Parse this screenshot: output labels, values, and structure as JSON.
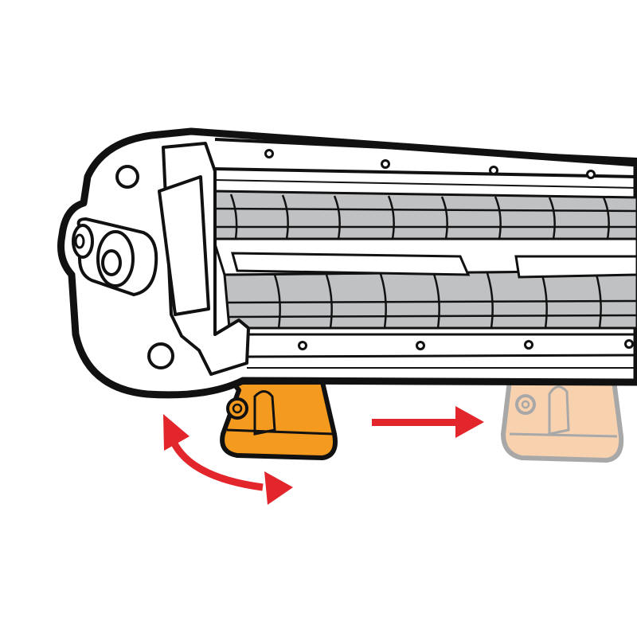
{
  "diagram": {
    "subject": "light-bar",
    "colors": {
      "outline": "#111111",
      "body": "#ffffff",
      "lens": "#bfc1c3",
      "bracket": "#f49a1f",
      "bracket_ghost": "#f7caa0",
      "ghost_outline": "#9a9a9a",
      "arrow": "#e2262b"
    },
    "elements": {
      "bracket_active": "mounting-bracket",
      "bracket_ghost": "mounting-bracket-moved",
      "arrow_rotate": "rotate-arrow-icon",
      "arrow_slide": "slide-arrow-icon"
    }
  }
}
